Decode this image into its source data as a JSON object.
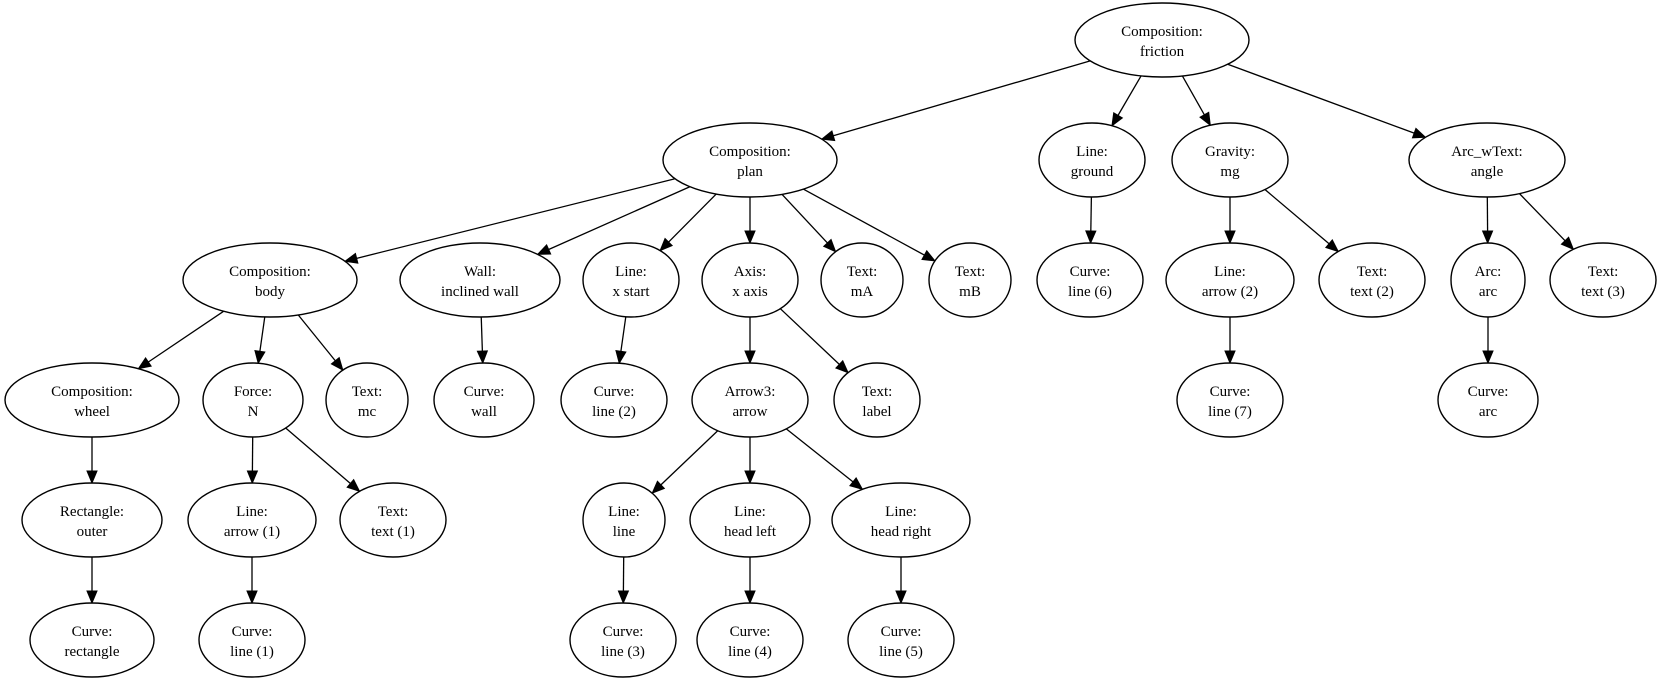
{
  "diagram": {
    "type": "tree",
    "nodes": [
      {
        "id": "friction",
        "line1": "Composition:",
        "line2": "friction"
      },
      {
        "id": "plan",
        "line1": "Composition:",
        "line2": "plan"
      },
      {
        "id": "ground",
        "line1": "Line:",
        "line2": "ground"
      },
      {
        "id": "mg",
        "line1": "Gravity:",
        "line2": "mg"
      },
      {
        "id": "angle",
        "line1": "Arc_wText:",
        "line2": "angle"
      },
      {
        "id": "body",
        "line1": "Composition:",
        "line2": "body"
      },
      {
        "id": "inclined_wall",
        "line1": "Wall:",
        "line2": "inclined wall"
      },
      {
        "id": "x_start",
        "line1": "Line:",
        "line2": "x start"
      },
      {
        "id": "x_axis",
        "line1": "Axis:",
        "line2": "x axis"
      },
      {
        "id": "mA",
        "line1": "Text:",
        "line2": "mA"
      },
      {
        "id": "mB",
        "line1": "Text:",
        "line2": "mB"
      },
      {
        "id": "line6",
        "line1": "Curve:",
        "line2": "line (6)"
      },
      {
        "id": "arrow2",
        "line1": "Line:",
        "line2": "arrow (2)"
      },
      {
        "id": "text2",
        "line1": "Text:",
        "line2": "text (2)"
      },
      {
        "id": "arc",
        "line1": "Arc:",
        "line2": "arc"
      },
      {
        "id": "text3",
        "line1": "Text:",
        "line2": "text (3)"
      },
      {
        "id": "wheel",
        "line1": "Composition:",
        "line2": "wheel"
      },
      {
        "id": "N",
        "line1": "Force:",
        "line2": "N"
      },
      {
        "id": "mc",
        "line1": "Text:",
        "line2": "mc"
      },
      {
        "id": "wall",
        "line1": "Curve:",
        "line2": "wall"
      },
      {
        "id": "line2",
        "line1": "Curve:",
        "line2": "line (2)"
      },
      {
        "id": "arrow",
        "line1": "Arrow3:",
        "line2": "arrow"
      },
      {
        "id": "label",
        "line1": "Text:",
        "line2": "label"
      },
      {
        "id": "line7",
        "line1": "Curve:",
        "line2": "line (7)"
      },
      {
        "id": "arc_curve",
        "line1": "Curve:",
        "line2": "arc"
      },
      {
        "id": "outer",
        "line1": "Rectangle:",
        "line2": "outer"
      },
      {
        "id": "arrow1",
        "line1": "Line:",
        "line2": "arrow (1)"
      },
      {
        "id": "text1",
        "line1": "Text:",
        "line2": "text (1)"
      },
      {
        "id": "line_line",
        "line1": "Line:",
        "line2": "line"
      },
      {
        "id": "head_left",
        "line1": "Line:",
        "line2": "head left"
      },
      {
        "id": "head_right",
        "line1": "Line:",
        "line2": "head right"
      },
      {
        "id": "rectangle",
        "line1": "Curve:",
        "line2": "rectangle"
      },
      {
        "id": "line1",
        "line1": "Curve:",
        "line2": "line (1)"
      },
      {
        "id": "line3",
        "line1": "Curve:",
        "line2": "line (3)"
      },
      {
        "id": "line4",
        "line1": "Curve:",
        "line2": "line (4)"
      },
      {
        "id": "line5",
        "line1": "Curve:",
        "line2": "line (5)"
      }
    ],
    "edges": [
      {
        "from": "friction",
        "to": "plan"
      },
      {
        "from": "friction",
        "to": "ground"
      },
      {
        "from": "friction",
        "to": "mg"
      },
      {
        "from": "friction",
        "to": "angle"
      },
      {
        "from": "plan",
        "to": "body"
      },
      {
        "from": "plan",
        "to": "inclined_wall"
      },
      {
        "from": "plan",
        "to": "x_start"
      },
      {
        "from": "plan",
        "to": "x_axis"
      },
      {
        "from": "plan",
        "to": "mA"
      },
      {
        "from": "plan",
        "to": "mB"
      },
      {
        "from": "ground",
        "to": "line6"
      },
      {
        "from": "mg",
        "to": "arrow2"
      },
      {
        "from": "mg",
        "to": "text2"
      },
      {
        "from": "angle",
        "to": "arc"
      },
      {
        "from": "angle",
        "to": "text3"
      },
      {
        "from": "body",
        "to": "wheel"
      },
      {
        "from": "body",
        "to": "N"
      },
      {
        "from": "body",
        "to": "mc"
      },
      {
        "from": "inclined_wall",
        "to": "wall"
      },
      {
        "from": "x_start",
        "to": "line2"
      },
      {
        "from": "x_axis",
        "to": "arrow"
      },
      {
        "from": "x_axis",
        "to": "label"
      },
      {
        "from": "arrow2",
        "to": "line7"
      },
      {
        "from": "arc",
        "to": "arc_curve"
      },
      {
        "from": "wheel",
        "to": "outer"
      },
      {
        "from": "N",
        "to": "arrow1"
      },
      {
        "from": "N",
        "to": "text1"
      },
      {
        "from": "arrow",
        "to": "line_line"
      },
      {
        "from": "arrow",
        "to": "head_left"
      },
      {
        "from": "arrow",
        "to": "head_right"
      },
      {
        "from": "outer",
        "to": "rectangle"
      },
      {
        "from": "arrow1",
        "to": "line1"
      },
      {
        "from": "line_line",
        "to": "line3"
      },
      {
        "from": "head_left",
        "to": "line4"
      },
      {
        "from": "head_right",
        "to": "line5"
      }
    ]
  }
}
